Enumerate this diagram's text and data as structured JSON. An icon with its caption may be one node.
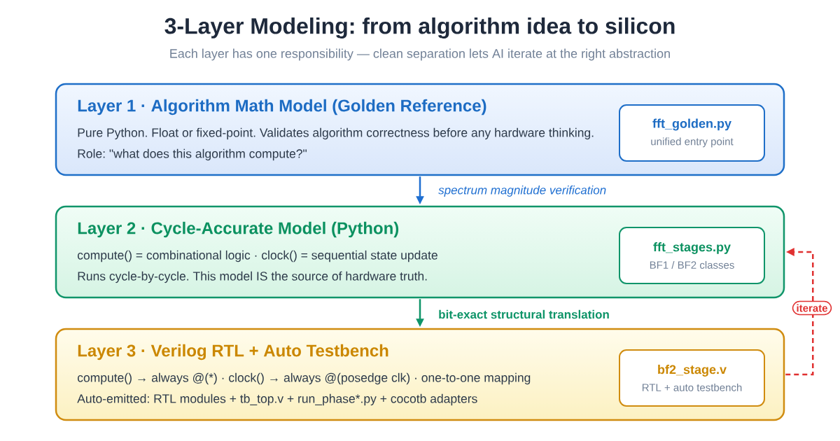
{
  "diagram": {
    "title": "3-Layer Modeling: from algorithm idea to silicon",
    "nodes": [
      {
        "text": [
          "Layer 1 · Algorithm Math Model (Golden Reference)",
          "Pure Python. Float or fixed-point. Validates algorithm correctness before any hardware thinking.",
          "Role: \"what does this algorithm compute?\""
        ]
      },
      {
        "text": [
          "fft_golden.py",
          "unified entry point"
        ],
        "in": 0
      },
      {
        "text": [
          "Layer 2 · Cycle-Accurate Model (Python)",
          "compute() = combinational logic · clock() = sequential state update",
          "Runs cycle-by-cycle. This model IS the source of hardware truth."
        ]
      },
      {
        "text": [
          "fft_stages.py",
          "BF1 / BF2 classes"
        ],
        "in": 2
      },
      {
        "text": [
          "Layer 3 · Verilog RTL + Auto Testbench",
          "compute() → always @(*) · clock() → always @(posedge clk) · one-to-one mapping",
          "Auto-emitted: RTL modules + tb_top.v + run_phase*.py + cocotb adapters"
        ]
      },
      {
        "text": [
          "bf2_stage.v",
          "RTL + auto testbench"
        ],
        "in": 4
      }
    ],
    "edges": [
      {
        "from": 0,
        "to": 2,
        "arrow": "to",
        "label": "spectrum magnitude verification",
        "color": "#1f6fd1"
      },
      {
        "from": 2,
        "to": 4,
        "arrow": "to",
        "label": "bit-exact structural translation",
        "color": "#0e9468"
      },
      {
        "from": 4,
        "to": 2,
        "arrow": "to",
        "label": "iterate",
        "style": "dashed",
        "color": "#e03131"
      }
    ],
    "labels": [
      "Each layer has one responsibility — clean separation lets AI iterate at the right abstraction"
    ]
  }
}
